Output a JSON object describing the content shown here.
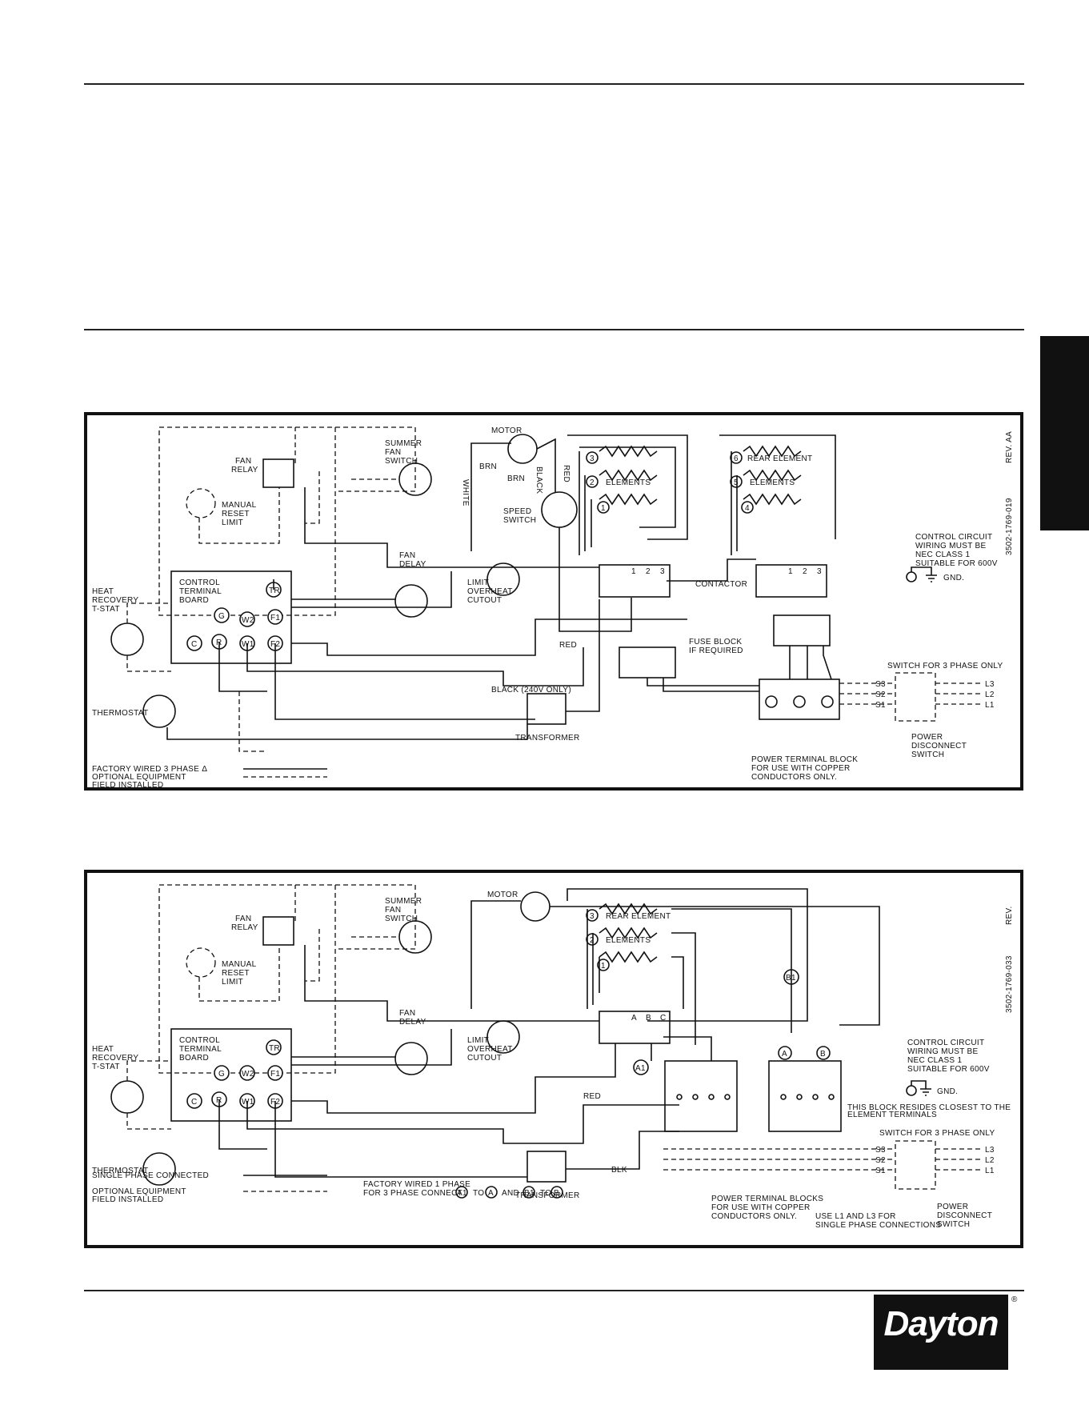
{
  "diagram1": {
    "heat_recovery": [
      "HEAT",
      "RECOVERY",
      "T-STAT"
    ],
    "fan_relay": [
      "FAN",
      "RELAY"
    ],
    "manual_reset": [
      "MANUAL",
      "RESET",
      "LIMIT"
    ],
    "summer_fan": [
      "SUMMER",
      "FAN",
      "SWITCH"
    ],
    "motor": "MOTOR",
    "brn": "BRN",
    "white": "WHITE",
    "black": "BLACK",
    "red_vertical": "RED",
    "speed_switch": [
      "SPEED",
      "SWITCH"
    ],
    "element3": "3",
    "element2": "2",
    "element1": "1",
    "elements": "ELEMENTS",
    "element6": "6",
    "element5": "5",
    "element4": "4",
    "rear_element": "REAR ELEMENT",
    "elements_b": "ELEMENTS",
    "rev": "REV. AA",
    "part_no": "3502-1769-019",
    "control_circuit": [
      "CONTROL CIRCUIT",
      "WIRING MUST BE",
      "NEC CLASS 1",
      "SUITABLE FOR 600V"
    ],
    "gnd": "GND.",
    "fan_delay": [
      "FAN",
      "DELAY"
    ],
    "control_board": [
      "CONTROL",
      "TERMINAL",
      "BOARD"
    ],
    "terminals": {
      "tr": "TR",
      "g": "G",
      "w2": "W2",
      "f1": "F1",
      "c": "C",
      "r": "R",
      "w1": "W1",
      "f2": "F2"
    },
    "limit_cutout": [
      "LIMIT",
      "OVERHEAT",
      "CUTOUT"
    ],
    "contactor": "CONTACTOR",
    "red": "RED",
    "fuse_block": [
      "FUSE BLOCK",
      "IF REQUIRED"
    ],
    "black_240": "BLACK (240V ONLY)",
    "thermostat": "THERMOSTAT",
    "transformer": "TRANSFORMER",
    "switch_3phase": "SWITCH FOR 3 PHASE ONLY",
    "s_labels": [
      "S3",
      "S2",
      "S1"
    ],
    "l_labels": [
      "L3",
      "L2",
      "L1"
    ],
    "power_disconnect": [
      "POWER",
      "DISCONNECT",
      "SWITCH"
    ],
    "power_terminal": [
      "POWER TERMINAL BLOCK",
      "FOR USE WITH COPPER",
      "CONDUCTORS ONLY."
    ],
    "legend": [
      "FACTORY WIRED 3 PHASE Δ",
      "OPTIONAL EQUIPMENT",
      "FIELD INSTALLED"
    ],
    "contact_nums": [
      "1",
      "2",
      "3"
    ]
  },
  "diagram2": {
    "heat_recovery": [
      "HEAT",
      "RECOVERY",
      "T-STAT"
    ],
    "fan_relay": [
      "FAN",
      "RELAY"
    ],
    "manual_reset": [
      "MANUAL",
      "RESET",
      "LIMIT"
    ],
    "summer_fan": [
      "SUMMER",
      "FAN",
      "SWITCH"
    ],
    "motor": "MOTOR",
    "element3": "3",
    "element2": "2",
    "element1": "1",
    "rear_element": "REAR ELEMENT",
    "elements": "ELEMENTS",
    "b1": "B1",
    "rev": "REV.",
    "part_no": "3502-1769-033",
    "fan_delay": [
      "FAN",
      "DELAY"
    ],
    "control_board": [
      "CONTROL",
      "TERMINAL",
      "BOARD"
    ],
    "terminals": {
      "tr": "TR",
      "g": "G",
      "w2": "W2",
      "f1": "F1",
      "c": "C",
      "r": "R",
      "w1": "W1",
      "f2": "F2"
    },
    "limit_cutout": [
      "LIMIT",
      "OVERHEAT",
      "CUTOUT"
    ],
    "contact_letters": [
      "A",
      "B",
      "C"
    ],
    "a1": "A1",
    "a": "A",
    "b": "B",
    "control_circuit": [
      "CONTROL CIRCUIT",
      "WIRING MUST BE",
      "NEC CLASS 1",
      "SUITABLE FOR 600V"
    ],
    "gnd": "GND.",
    "red": "RED",
    "block_note": [
      "THIS BLOCK RESIDES CLOSEST TO THE",
      "ELEMENT TERMINALS"
    ],
    "thermostat": "THERMOSTAT",
    "blk": "BLK",
    "switch_3phase": "SWITCH FOR 3 PHASE ONLY",
    "s_labels": [
      "S3",
      "S2",
      "S1"
    ],
    "l_labels": [
      "L3",
      "L2",
      "L1"
    ],
    "transformer": "TRANSFORMER",
    "power_terminals": [
      "POWER TERMINAL BLOCKS",
      "FOR USE WITH COPPER",
      "CONDUCTORS ONLY."
    ],
    "use_l1l3": [
      "USE L1 AND L3 FOR",
      "SINGLE PHASE CONNECTIONS"
    ],
    "power_disconnect": [
      "POWER",
      "DISCONNECT",
      "SWITCH"
    ],
    "legend_single": "SINGLE PHASE CONNECTED",
    "legend_optional": [
      "OPTIONAL EQUIPMENT",
      "FIELD INSTALLED"
    ],
    "factory_wired": [
      "FACTORY WIRED 1 PHASE",
      "FOR 3 PHASE CONNECT",
      "TO",
      "AND",
      "TO"
    ]
  },
  "brand": {
    "name": "Dayton",
    "reg": "®"
  }
}
